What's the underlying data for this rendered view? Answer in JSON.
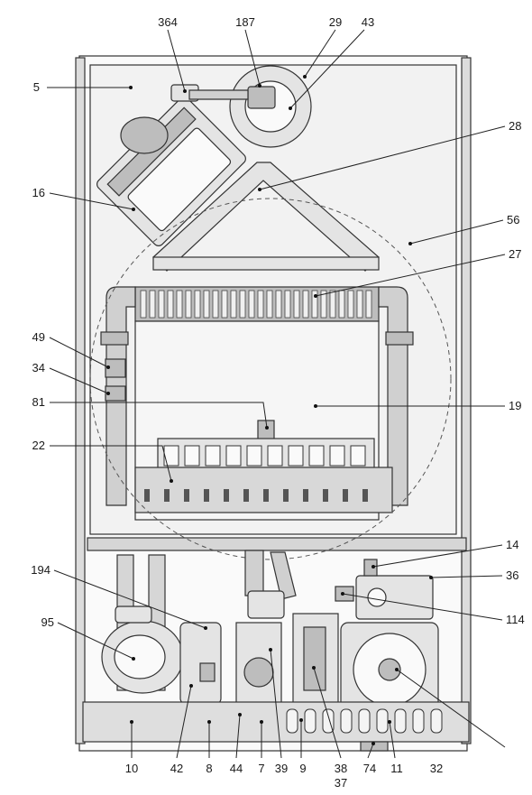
{
  "callouts": {
    "c364": "364",
    "c187": "187",
    "c29": "29",
    "c43": "43",
    "c5": "5",
    "c28": "28",
    "c16": "16",
    "c56": "56",
    "c27": "27",
    "c49": "49",
    "c34": "34",
    "c81": "81",
    "c19": "19",
    "c22": "22",
    "c14": "14",
    "c194": "194",
    "c36": "36",
    "c95": "95",
    "c114": "114",
    "c10": "10",
    "c42": "42",
    "c8": "8",
    "c44": "44",
    "c7": "7",
    "c39": "39",
    "c9": "9",
    "c38": "38",
    "c37": "37",
    "c74": "74",
    "c11": "11",
    "c32": "32"
  }
}
